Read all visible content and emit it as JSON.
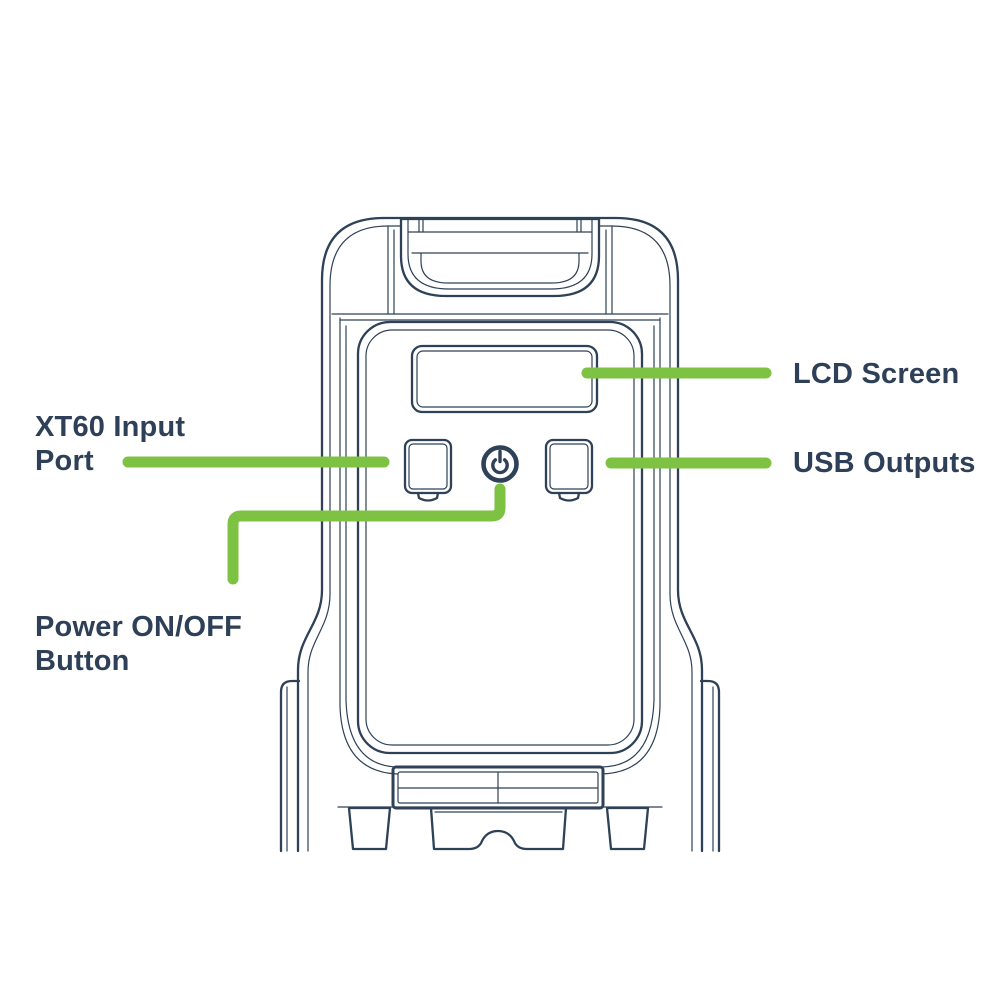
{
  "colors": {
    "accent_green": "#7dc242",
    "outline_navy": "#2e4156",
    "label_text": "#2e4057",
    "background": "#ffffff"
  },
  "diagram": {
    "subject": "portable power station front view line drawing",
    "icons": {
      "power_button": "power-icon"
    },
    "callouts": {
      "lcd": {
        "label": "LCD Screen"
      },
      "usb": {
        "label": "USB Outputs"
      },
      "xt60": {
        "line1": "XT60 Input",
        "line2": "Port"
      },
      "power": {
        "line1": "Power ON/OFF",
        "line2": "Button"
      }
    }
  }
}
